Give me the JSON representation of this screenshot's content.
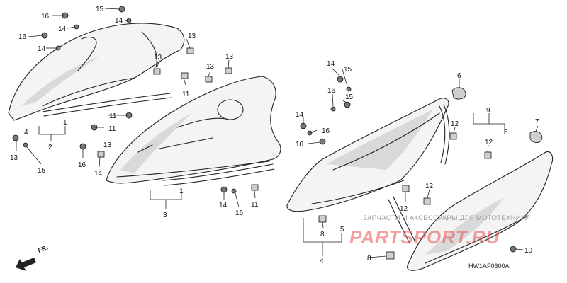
{
  "diagram": {
    "code": "HW1AF0600A",
    "front_label": "FR.",
    "watermark_text": "ЗАПЧАСТИ И АКСЕССУАРЫ ДЛЯ МОТОТЕХНИКИ",
    "watermark_logo": "PARTSPORT.RU",
    "callouts": {
      "c1a": "1",
      "c1b": "1",
      "c2": "2",
      "c3": "3",
      "c4a": "4",
      "c4b": "4",
      "c5a": "5",
      "c5b": "5",
      "c6": "6",
      "c7": "7",
      "c8a": "8",
      "c8b": "8",
      "c9": "9",
      "c10a": "10",
      "c10b": "10",
      "c11a": "11",
      "c11b": "11",
      "c11c": "11",
      "c11d": "11",
      "c12a": "12",
      "c12b": "12",
      "c12c": "12",
      "c12d": "12",
      "c13a": "13",
      "c13b": "13",
      "c13c": "13",
      "c13d": "13",
      "c13e": "13",
      "c14a": "14",
      "c14b": "14",
      "c14c": "14",
      "c14d": "14",
      "c14e": "14",
      "c14f": "14",
      "c15a": "15",
      "c15b": "15",
      "c15c": "15",
      "c16a": "16",
      "c16b": "16",
      "c16c": "16",
      "c16d": "16",
      "c16e": "16"
    }
  }
}
